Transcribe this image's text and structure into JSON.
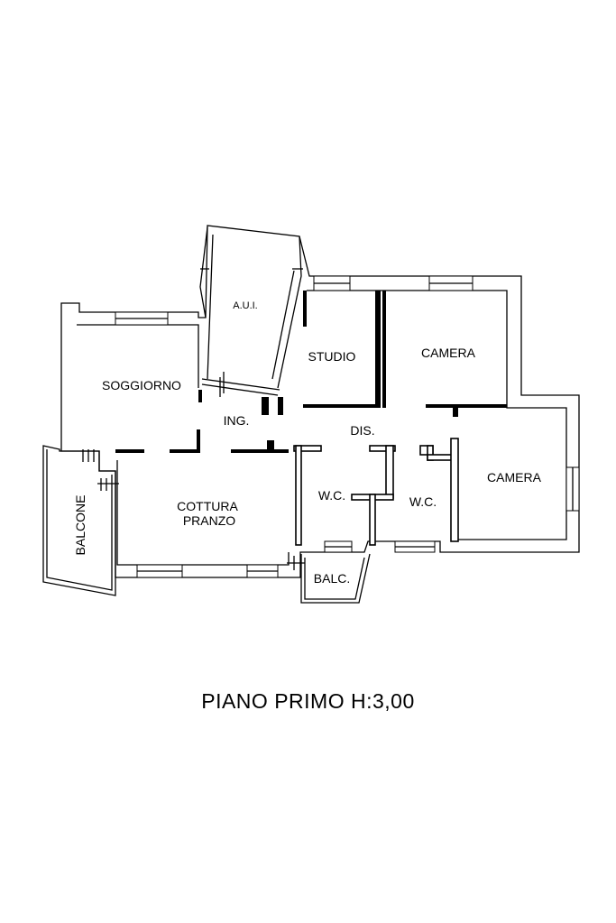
{
  "rooms": {
    "aui": "A.U.I.",
    "soggiorno": "SOGGIORNO",
    "studio": "STUDIO",
    "camera_1": "CAMERA",
    "camera_2": "CAMERA",
    "ing": "ING.",
    "dis": "DIS.",
    "wc_1": "W.C.",
    "wc_2": "W.C.",
    "cottura": "COTTURA",
    "pranzo": "PRANZO",
    "balcone": "BALCONE",
    "balc": "BALC."
  },
  "caption": "PIANO PRIMO H:3,00"
}
